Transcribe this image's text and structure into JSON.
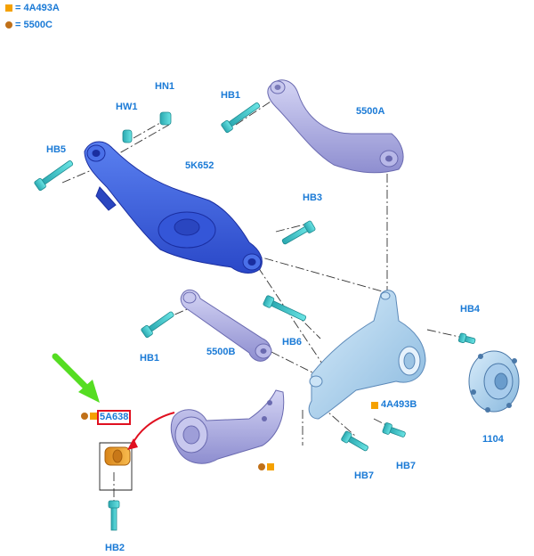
{
  "legend": [
    {
      "marker": "square",
      "color": "#f5a100",
      "text": "= 4A493A"
    },
    {
      "marker": "circle",
      "color": "#c07018",
      "text": "= 5500C"
    }
  ],
  "labels": {
    "hn1": "HN1",
    "hw1": "HW1",
    "hb1_top": "HB1",
    "a5500": "5500A",
    "hb5": "HB5",
    "k5652": "5K652",
    "hb3": "HB3",
    "hb4": "HB4",
    "hb6": "HB6",
    "hb1_mid": "HB1",
    "b5500": "5500B",
    "b4a493": "4A493B",
    "p1104": "1104",
    "a5638": "5A638",
    "hb7_left": "HB7",
    "hb7_right": "HB7",
    "hb2": "HB2"
  },
  "colors": {
    "label_blue": "#1a7ad6",
    "arm_blue": "#3b63e0",
    "link_lavender": "#a8a8de",
    "knuckle_lightblue": "#b7d8ef",
    "bolt_cyan": "#3cc8c8",
    "bushing_orange": "#f0a030",
    "callout_red": "#e01020",
    "arrow_green": "#55dd22"
  }
}
